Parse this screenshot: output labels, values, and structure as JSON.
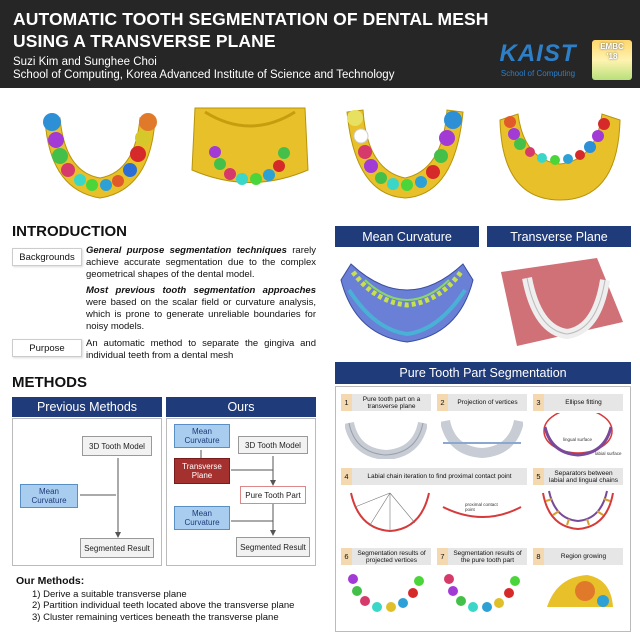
{
  "header": {
    "title_line1": "AUTOMATIC TOOTH SEGMENTATION OF DENTAL MESH",
    "title_line2": "USING A TRANSVERSE PLANE",
    "authors": "Suzi Kim and Sunghee Choi",
    "affiliation": "School of Computing, Korea Advanced Institute of Science and Technology",
    "kaist_logo": "KAIST",
    "kaist_sub": "School of Computing",
    "embc_logo": "EMBC",
    "embc_year": "'18"
  },
  "introduction": {
    "title": "INTRODUCTION",
    "backgrounds_label": "Backgrounds",
    "bg_para1_bold": "General purpose segmentation techniques",
    "bg_para1_rest": " rarely achieve accurate segmentation due to the complex geometrical shapes of the dental model.",
    "bg_para2_bold": "Most previous tooth segmentation approaches",
    "bg_para2_rest": " were based on the scalar field or curvature analysis, which is prone to generate unreliable boundaries for noisy models.",
    "purpose_label": "Purpose",
    "purpose_text": "An automatic method to separate the gingiva and individual teeth from a dental mesh"
  },
  "mean_curvature_panel": {
    "title": "Mean Curvature"
  },
  "transverse_plane_panel": {
    "title": "Transverse Plane"
  },
  "methods": {
    "title": "METHODS",
    "previous": {
      "title": "Previous Methods",
      "box_model": "3D Tooth Model",
      "box_curv": "Mean Curvature",
      "box_result": "Segmented Result"
    },
    "ours": {
      "title": "Ours",
      "box_curv1": "Mean Curvature",
      "box_model": "3D Tooth Model",
      "box_plane": "Transverse Plane",
      "box_pure": "Pure Tooth Part",
      "box_curv2": "Mean Curvature",
      "box_result": "Segmented Result"
    },
    "our_methods_title": "Our Methods:",
    "our_methods": [
      "1)  Derive a suitable transverse plane",
      "2)  Partition individual teeth located above the transverse plane",
      "3)  Cluster remaining vertices beneath the transverse plane"
    ]
  },
  "pure_tooth": {
    "title": "Pure Tooth Part Segmentation",
    "steps": [
      {
        "num": "1",
        "text": "Pure tooth part on a transverse plane"
      },
      {
        "num": "2",
        "text": "Projection of vertices"
      },
      {
        "num": "3",
        "text": "Ellipse fitting"
      },
      {
        "num": "4",
        "text": "Labial chain iteration to find proximal contact point"
      },
      {
        "num": "5",
        "text": "Separators between labial and lingual chains"
      },
      {
        "num": "6",
        "text": "Segmentation results of projected vertices"
      },
      {
        "num": "7",
        "text": "Segmentation results of the pure tooth part"
      },
      {
        "num": "8",
        "text": "Region growing"
      }
    ],
    "annot_lingual": "lingual surface",
    "annot_labial": "labial surface",
    "annot_contact": "proximal contact point"
  },
  "colors": {
    "header_bg": "#262626",
    "panel_blue": "#1f3b7a",
    "gum_yellow": "#e8c02a",
    "tooth_red": "#a5312f"
  }
}
